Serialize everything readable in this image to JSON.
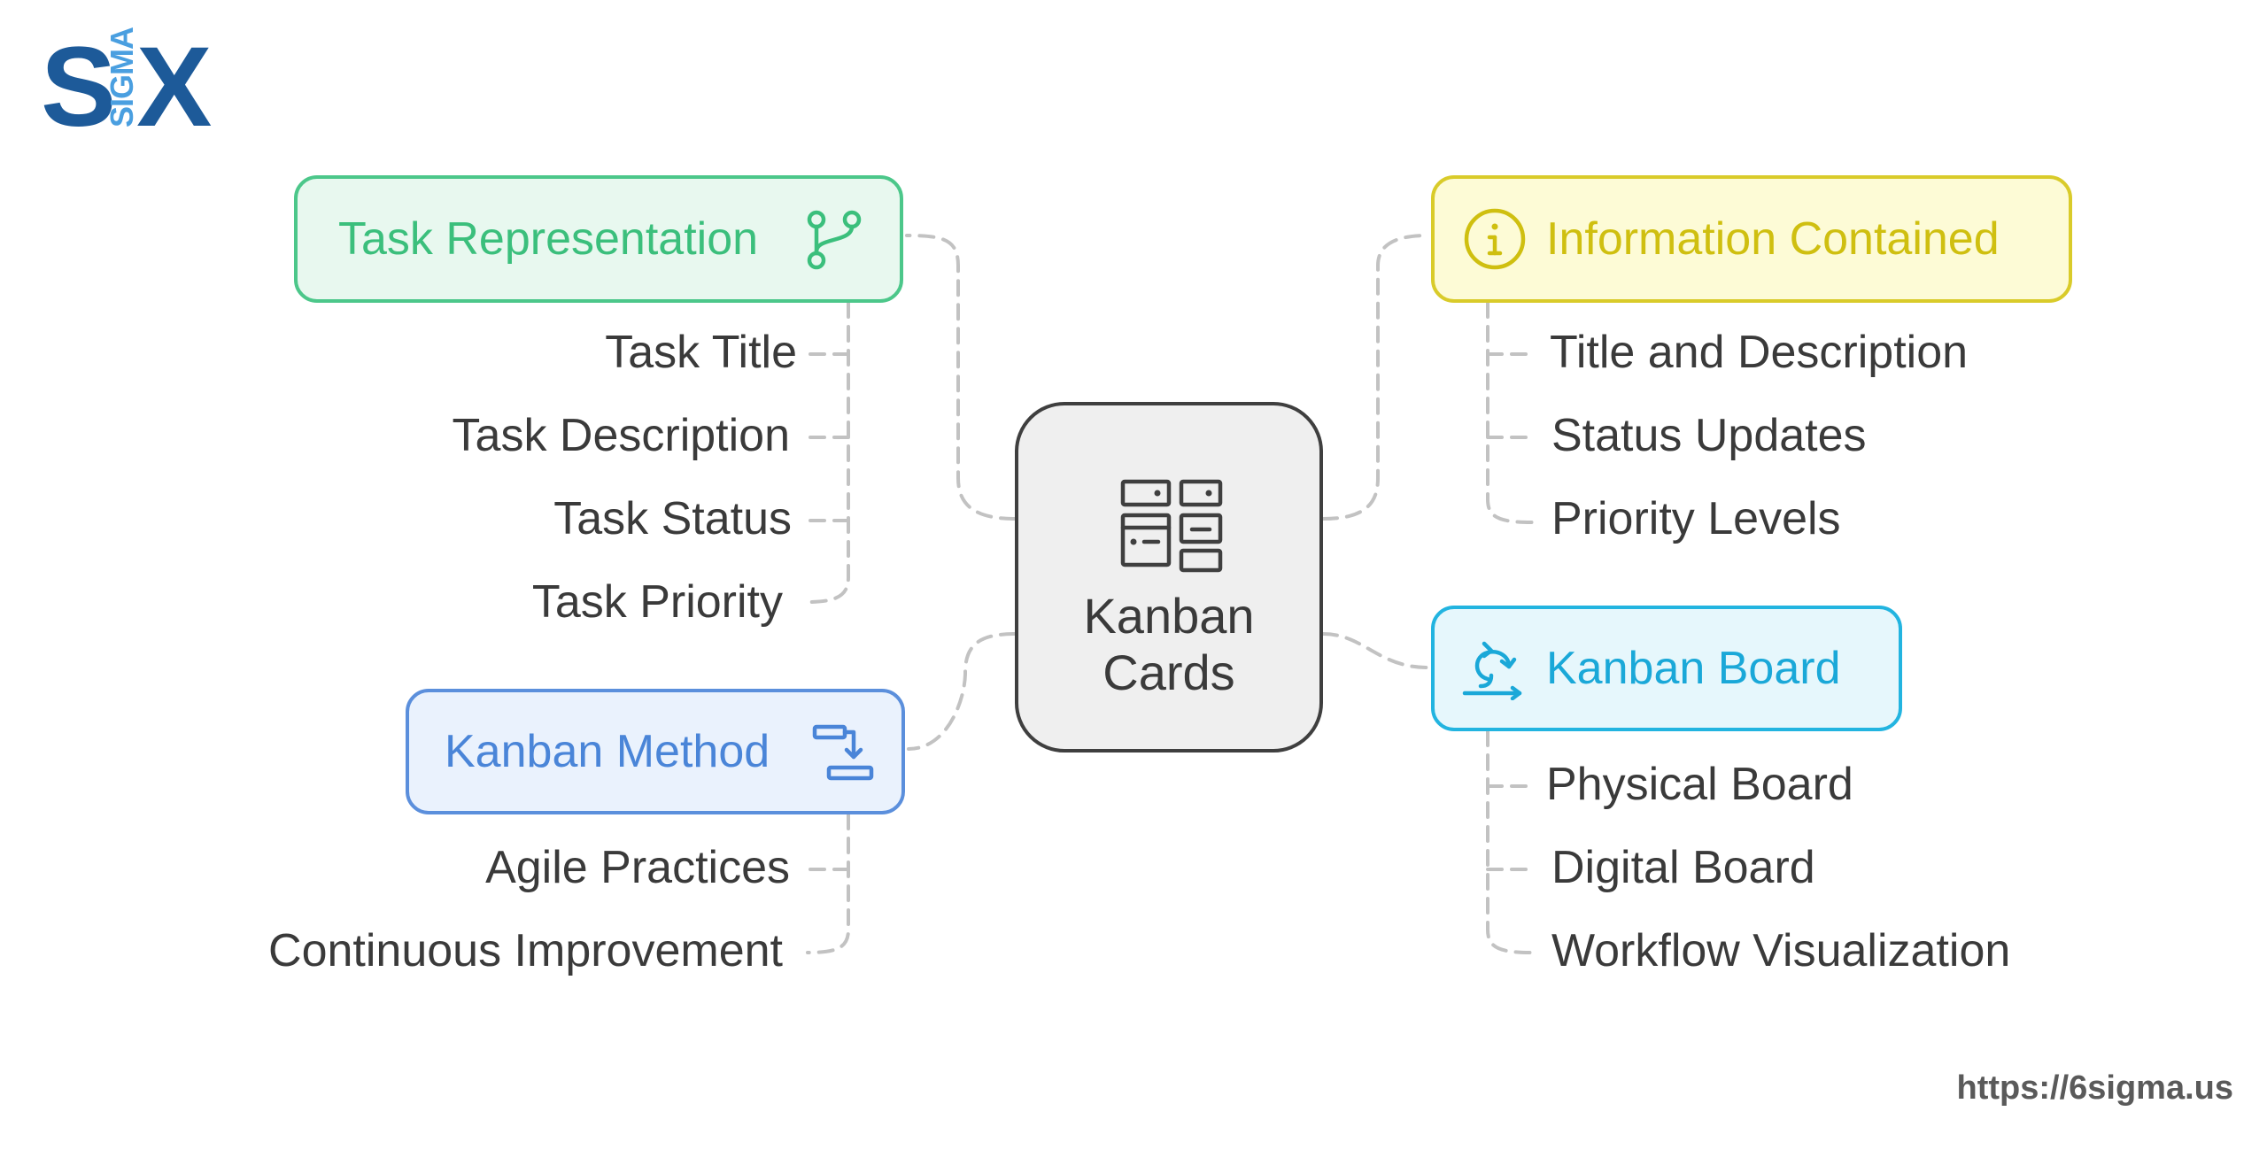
{
  "logo": {
    "left": "S",
    "middle": "SIGMA",
    "right": "X"
  },
  "center": {
    "line1": "Kanban",
    "line2": "Cards",
    "icon": "kanban-cards-icon"
  },
  "branches": {
    "task_representation": {
      "title": "Task Representation",
      "icon": "git-branch-icon",
      "color": "#3bbf7c",
      "items": [
        "Task Title",
        "Task Description",
        "Task Status",
        "Task Priority"
      ]
    },
    "information_contained": {
      "title": "Information Contained",
      "icon": "info-icon",
      "color": "#cfbf10",
      "items": [
        "Title and Description",
        "Status Updates",
        "Priority Levels"
      ]
    },
    "kanban_method": {
      "title": "Kanban Method",
      "icon": "workflow-icon",
      "color": "#4a85d8",
      "items": [
        "Agile Practices",
        "Continuous Improvement"
      ]
    },
    "kanban_board": {
      "title": "Kanban Board",
      "icon": "cycle-icon",
      "color": "#1aa8d8",
      "items": [
        "Physical Board",
        "Digital Board",
        "Workflow Visualization"
      ]
    }
  },
  "footer": {
    "url": "https://6sigma.us"
  }
}
